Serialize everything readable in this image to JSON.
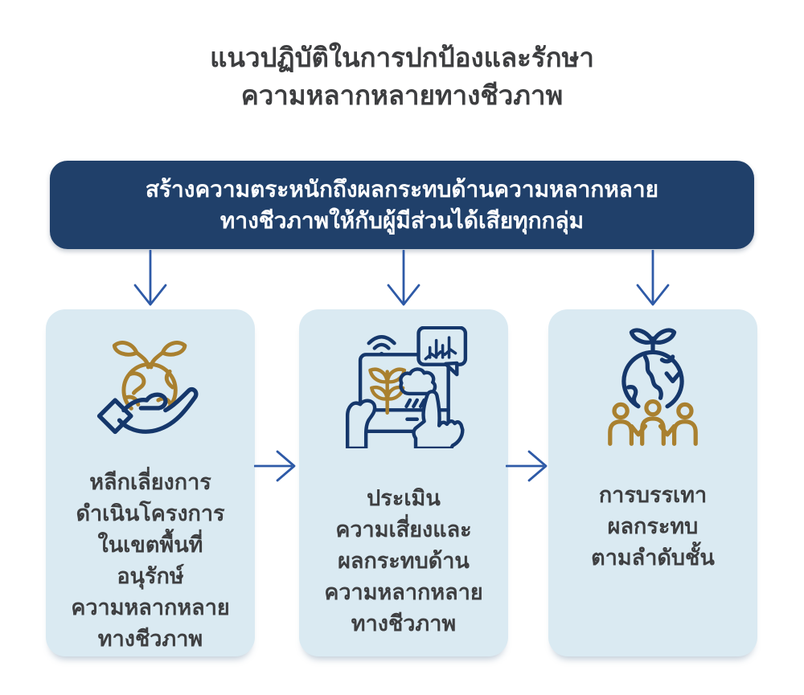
{
  "title": {
    "line1": "แนวปฏิบัติในการปกป้องและรักษา",
    "line2": "ความหลากหลายทางชีวภาพ"
  },
  "banner": {
    "line1": "สร้างความตระหนักถึงผลกระทบด้านความหลากหลาย",
    "line2": "ทางชีวภาพให้กับผู้มีส่วนได้เสียทุกกลุ่ม"
  },
  "cards": [
    {
      "icon": "hand-holding-globe-sprout-icon",
      "lines": [
        "หลีกเลี่ยงการ",
        "ดำเนินโครงการ",
        "ในเขตพื้นที่",
        "อนุรักษ์",
        "ความหลากหลาย",
        "ทางชีวภาพ"
      ]
    },
    {
      "icon": "tablet-biodiversity-assessment-icon",
      "lines": [
        "ประเมิน",
        "ความเสี่ยงและ",
        "ผลกระทบด้าน",
        "ความหลากหลาย",
        "ทางชีวภาพ"
      ]
    },
    {
      "icon": "community-globe-sprout-icon",
      "lines": [
        "การบรรเทา",
        "ผลกระทบ",
        "ตามลำดับชั้น"
      ]
    }
  ],
  "colors": {
    "background": "#ffffff",
    "banner_bg": "#20406a",
    "banner_text": "#ffffff",
    "card_bg": "#daeaf2",
    "icon_navy": "#15376b",
    "icon_gold": "#a9802f",
    "arrow_blue": "#2e5aa7",
    "body_text": "#3e3f41"
  }
}
